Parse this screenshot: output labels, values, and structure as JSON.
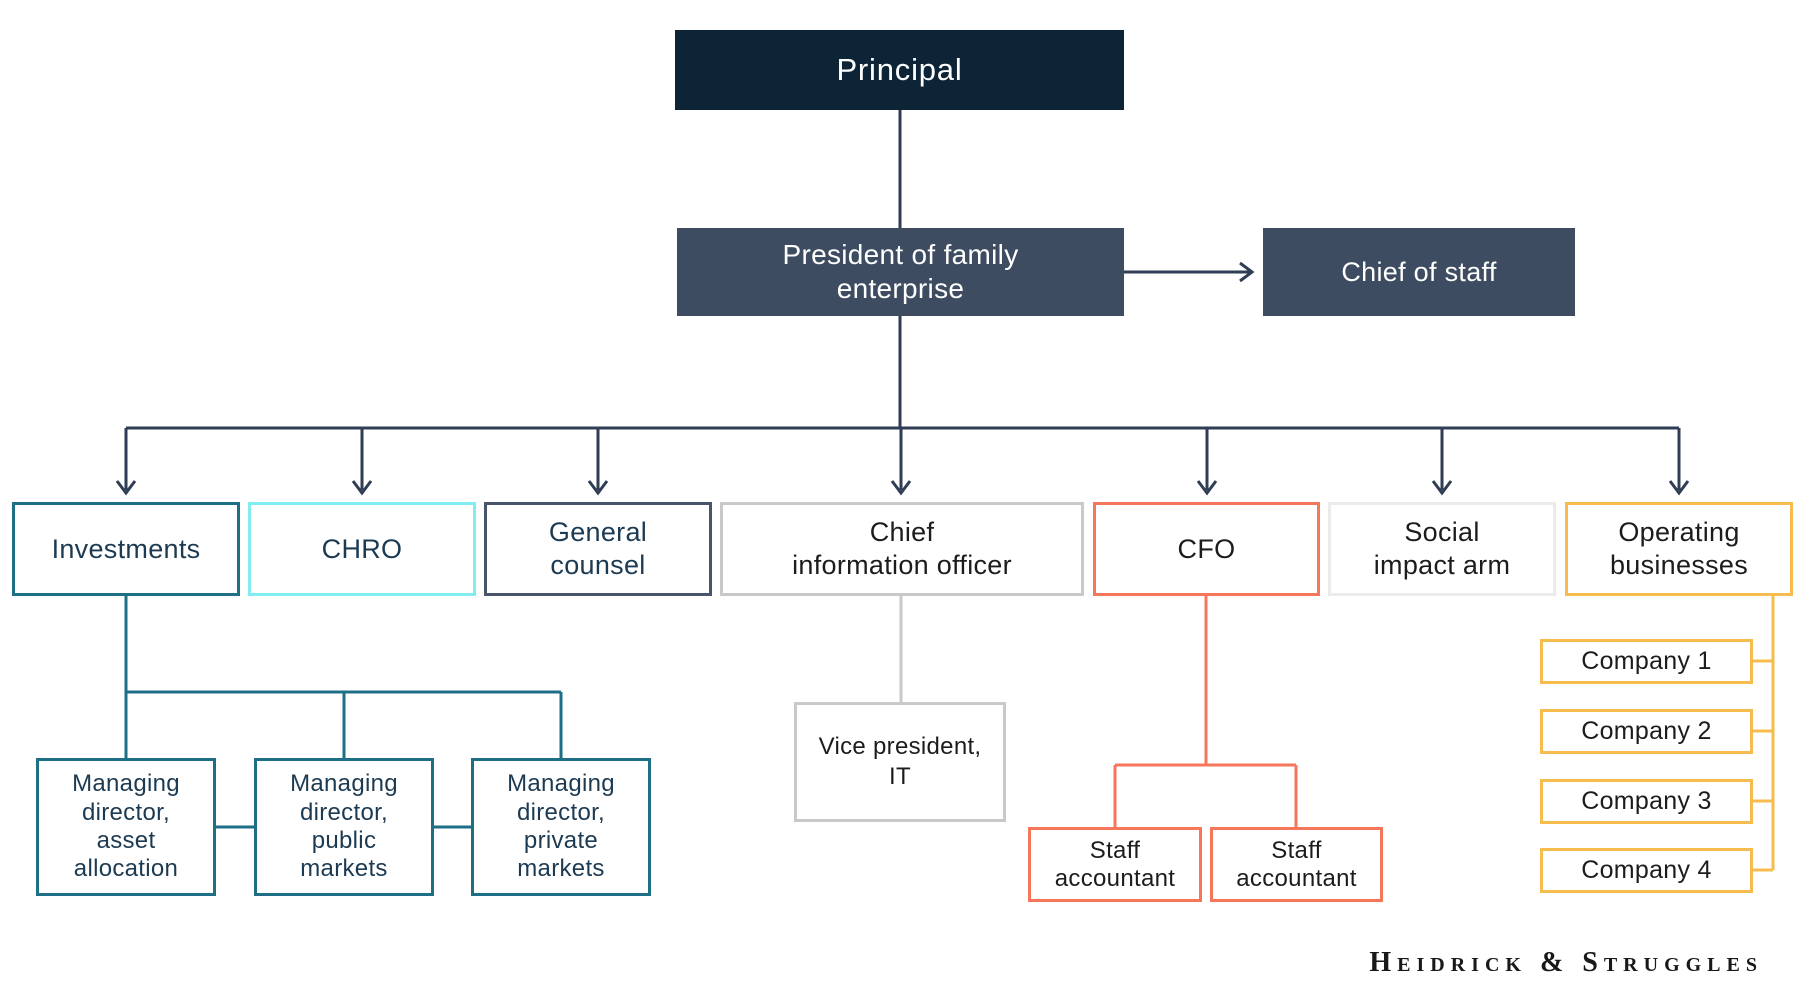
{
  "org_chart": {
    "principal": {
      "label": "Principal"
    },
    "president": {
      "label": "President of family\nenterprise"
    },
    "chief_of_staff": {
      "label": "Chief of staff"
    },
    "departments": [
      {
        "label": "Investments",
        "accent": "#1e6e86"
      },
      {
        "label": "CHRO",
        "accent": "#80eef0"
      },
      {
        "label": "General\ncounsel",
        "accent": "#49556b"
      },
      {
        "label": "Chief\ninformation officer",
        "accent": "#c9c9c9"
      },
      {
        "label": "CFO",
        "accent": "#f5765b"
      },
      {
        "label": "Social\nimpact arm",
        "accent": "#ebebe9"
      },
      {
        "label": "Operating\nbusinesses",
        "accent": "#f6bc4d"
      }
    ],
    "investments_reports": [
      {
        "label": "Managing\ndirector,\nasset\nallocation"
      },
      {
        "label": "Managing\ndirector,\npublic\nmarkets"
      },
      {
        "label": "Managing\ndirector,\nprivate\nmarkets"
      }
    ],
    "cio_reports": [
      {
        "label": "Vice president,\nIT"
      }
    ],
    "cfo_reports": [
      {
        "label": "Staff\naccountant"
      },
      {
        "label": "Staff\naccountant"
      }
    ],
    "operating_reports": [
      {
        "label": "Company 1"
      },
      {
        "label": "Company 2"
      },
      {
        "label": "Company 3"
      },
      {
        "label": "Company 4"
      }
    ]
  },
  "branding": {
    "logo_text": "Heidrick & Struggles"
  },
  "colors": {
    "principal_fill": "#0c2435",
    "level2_fill": "#3d4c60",
    "connector_navy": "#2f3e54",
    "teal": "#1e6e86",
    "cyan": "#80eef0",
    "slate": "#49556b",
    "gray": "#c9c9c9",
    "light_gray": "#ebebe9",
    "orange": "#f5765b",
    "gold": "#f6bc4d",
    "text_navy": "#1c3a52",
    "text_black": "#1c1c1c",
    "box_text_white": "#ffffff"
  }
}
